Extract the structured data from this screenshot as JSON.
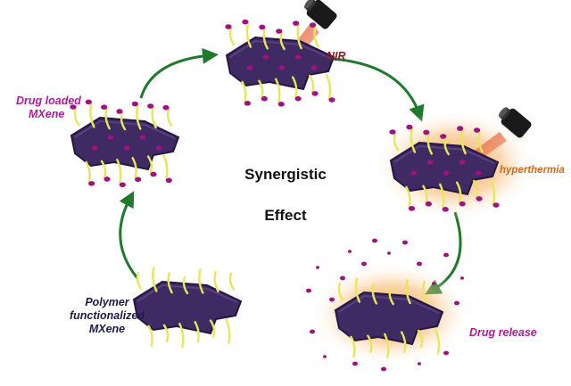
{
  "center_text": {
    "line1": "Synergistic",
    "line2": "Effect"
  },
  "labels": {
    "drug_loaded": [
      "Drug loaded",
      "MXene"
    ],
    "nir": "NIR",
    "hyperthermia": "hyperthermia",
    "drug_release": "Drug release",
    "polymer": [
      "Polymer",
      "functionalized",
      "MXene"
    ]
  },
  "colors": {
    "sheet": "#3f2a63",
    "sheet_edge": "#241640",
    "chain": "#e6e85a",
    "drug": "#a0127f",
    "arrow": "#1f7a2c",
    "label_magenta": "#b3199b",
    "label_dark_red": "#8a1c1c",
    "label_orange": "#d2691e",
    "label_navy": "#1b1b4a",
    "laser_beam": "#e6623c",
    "glow": "#f29c38"
  },
  "icons": [
    "laser-emitter-icon",
    "laser-emitter-icon"
  ]
}
